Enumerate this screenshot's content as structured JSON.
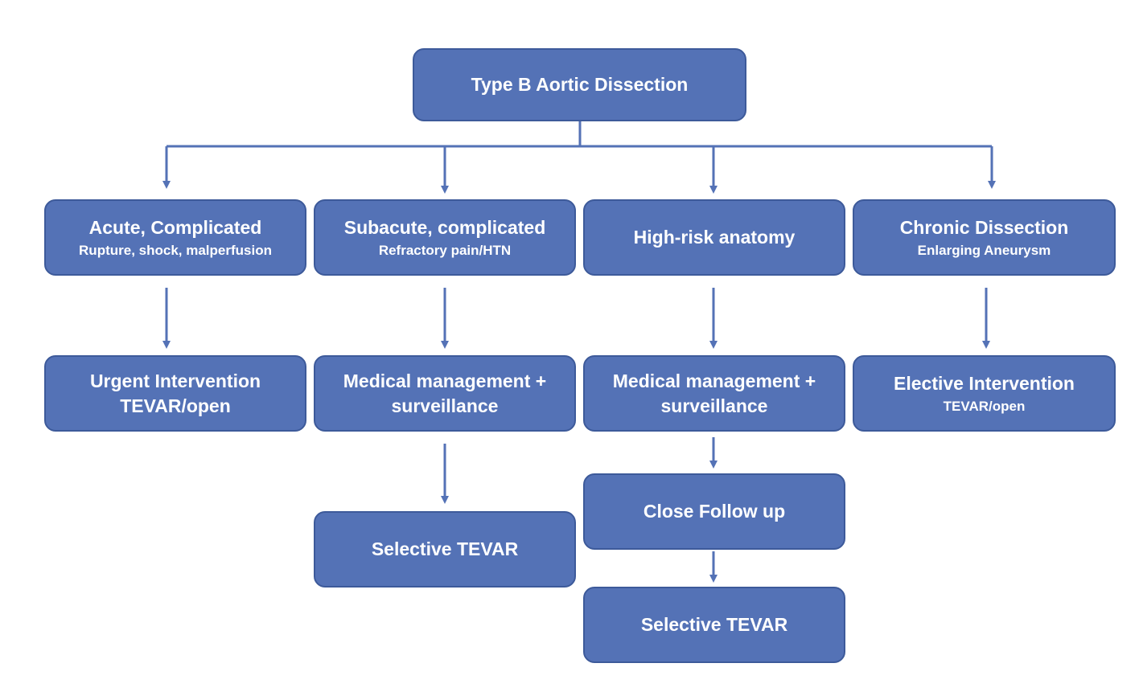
{
  "colors": {
    "box_fill": "#5472b6",
    "box_border": "#3d5a9a",
    "arrow": "#5472b6",
    "text": "#ffffff"
  },
  "nodes": {
    "root": {
      "title": "Type B Aortic Dissection"
    },
    "acute": {
      "title": "Acute, Complicated",
      "subtitle": "Rupture, shock, malperfusion"
    },
    "subacute": {
      "title": "Subacute, complicated",
      "subtitle": "Refractory pain/HTN"
    },
    "highrisk": {
      "title": "High-risk anatomy"
    },
    "chronic": {
      "title": "Chronic Dissection",
      "subtitle": "Enlarging Aneurysm"
    },
    "urgent": {
      "line1": "Urgent Intervention",
      "line2": "TEVAR/open"
    },
    "medical1": {
      "line1": "Medical management +",
      "line2": "surveillance"
    },
    "medical2": {
      "line1": "Medical management +",
      "line2": "surveillance"
    },
    "elective": {
      "title": "Elective Intervention",
      "subtitle": "TEVAR/open"
    },
    "selective1": {
      "title": "Selective TEVAR"
    },
    "closefollow": {
      "title": "Close Follow up"
    },
    "selective2": {
      "title": "Selective TEVAR"
    }
  },
  "edges": [
    {
      "from": "root",
      "to": "acute"
    },
    {
      "from": "root",
      "to": "subacute"
    },
    {
      "from": "root",
      "to": "highrisk"
    },
    {
      "from": "root",
      "to": "chronic"
    },
    {
      "from": "acute",
      "to": "urgent"
    },
    {
      "from": "subacute",
      "to": "medical1"
    },
    {
      "from": "highrisk",
      "to": "medical2"
    },
    {
      "from": "chronic",
      "to": "elective"
    },
    {
      "from": "medical1",
      "to": "selective1"
    },
    {
      "from": "medical2",
      "to": "closefollow"
    },
    {
      "from": "closefollow",
      "to": "selective2"
    }
  ]
}
